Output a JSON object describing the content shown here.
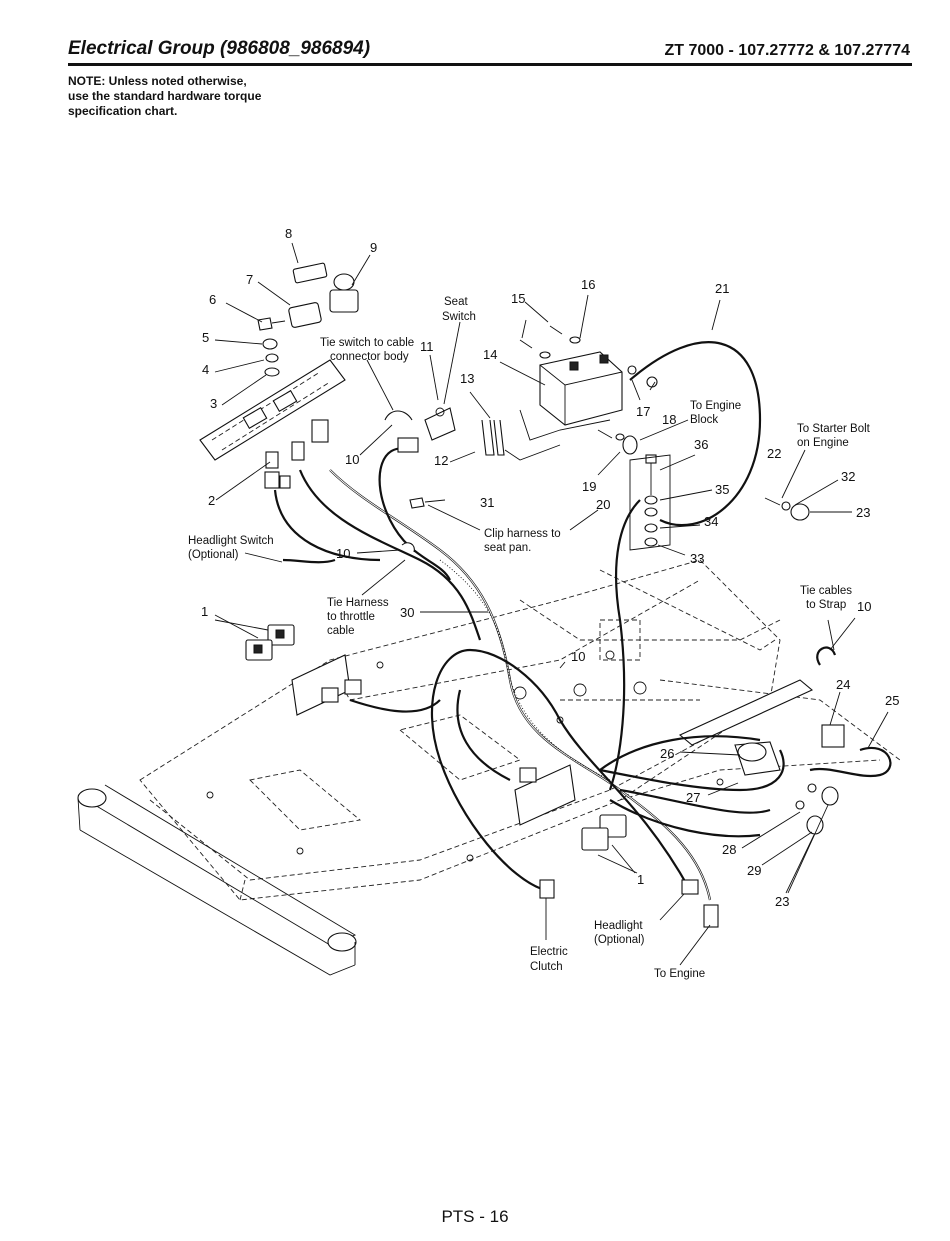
{
  "header": {
    "title": "Electrical Group (986808_986894)",
    "model": "ZT 7000 - 107.27772 & 107.27774"
  },
  "note": {
    "line1": "NOTE: Unless noted otherwise,",
    "line2": "use the standard hardware torque",
    "line3": "specification chart."
  },
  "callouts": {
    "n1": "1",
    "n1b": "1",
    "n2": "2",
    "n3": "3",
    "n4": "4",
    "n5": "5",
    "n6": "6",
    "n7": "7",
    "n8": "8",
    "n9": "9",
    "n10a": "10",
    "n10b": "10",
    "n10c": "10",
    "n10d": "10",
    "n11": "11",
    "n12": "12",
    "n13": "13",
    "n14": "14",
    "n15": "15",
    "n16": "16",
    "n17": "17",
    "n18": "18",
    "n19": "19",
    "n20": "20",
    "n21": "21",
    "n22": "22",
    "n23a": "23",
    "n23b": "23",
    "n24": "24",
    "n25": "25",
    "n26": "26",
    "n27": "27",
    "n28": "28",
    "n29": "29",
    "n30": "30",
    "n31": "31",
    "n32": "32",
    "n33": "33",
    "n34": "34",
    "n35": "35",
    "n36": "36"
  },
  "labels": {
    "seat_switch_1": "Seat",
    "seat_switch_2": "Switch",
    "tie_switch_1": "Tie switch to cable",
    "tie_switch_2": "connector body",
    "to_engine_block_1": "To Engine",
    "to_engine_block_2": "Block",
    "starter_bolt_1": "To Starter Bolt",
    "starter_bolt_2": "on Engine",
    "clip_harness_1": "Clip harness to",
    "clip_harness_2": "seat pan.",
    "headlight_switch_1": "Headlight Switch",
    "headlight_switch_2": "(Optional)",
    "tie_harness_1": "Tie Harness",
    "tie_harness_2": "to throttle",
    "tie_harness_3": "cable",
    "tie_cables_1": "Tie cables",
    "tie_cables_2": "to Strap",
    "headlight_1": "Headlight",
    "headlight_2": "(Optional)",
    "electric_clutch_1": "Electric",
    "electric_clutch_2": "Clutch",
    "to_engine": "To Engine"
  },
  "footer": {
    "page": "PTS - 16"
  }
}
